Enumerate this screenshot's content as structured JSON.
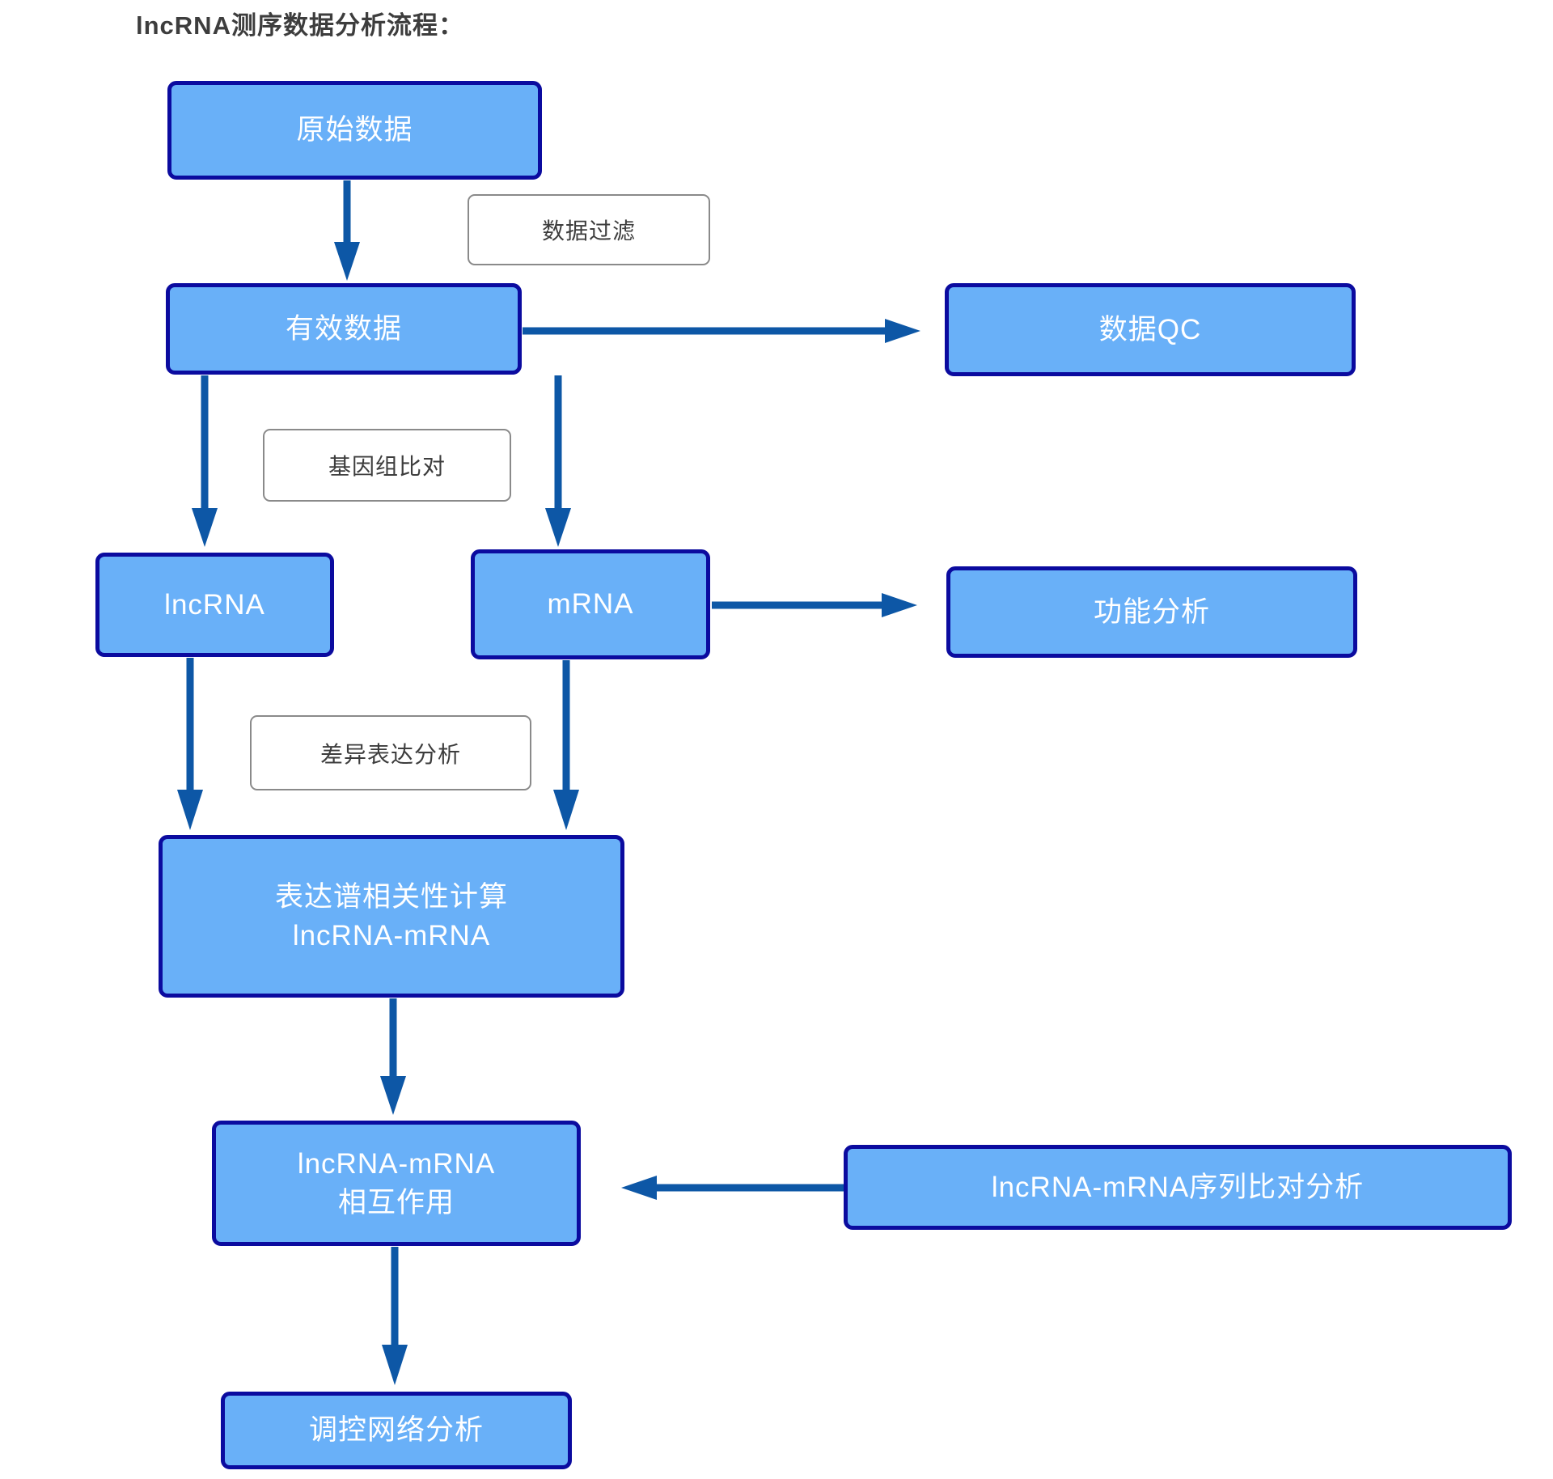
{
  "title": "lncRNA测序数据分析流程：",
  "nodes": {
    "raw_data": {
      "label": "原始数据"
    },
    "valid_data": {
      "label": "有效数据"
    },
    "data_qc": {
      "label": "数据QC"
    },
    "lncrna": {
      "label": "lncRNA"
    },
    "mrna": {
      "label": "mRNA"
    },
    "functional_analysis": {
      "label": "功能分析"
    },
    "expression_correlation": {
      "line1": "表达谱相关性计算",
      "line2": "lncRNA-mRNA"
    },
    "lncrna_mrna_interaction": {
      "line1": "lncRNA-mRNA",
      "line2": "相互作用"
    },
    "sequence_alignment": {
      "label": "lncRNA-mRNA序列比对分析"
    },
    "regulatory_network": {
      "label": "调控网络分析"
    }
  },
  "edge_labels": {
    "data_filtering": "数据过滤",
    "genome_alignment": "基因组比对",
    "differential_expression": "差异表达分析"
  },
  "colors": {
    "node_fill": "#69B0F8",
    "node_border": "#0B0B9F",
    "arrow": "#0D57A6",
    "label_border": "#8A8A8A",
    "text_on_node": "#FFFFFF",
    "text_dark": "#3D3D3D"
  }
}
